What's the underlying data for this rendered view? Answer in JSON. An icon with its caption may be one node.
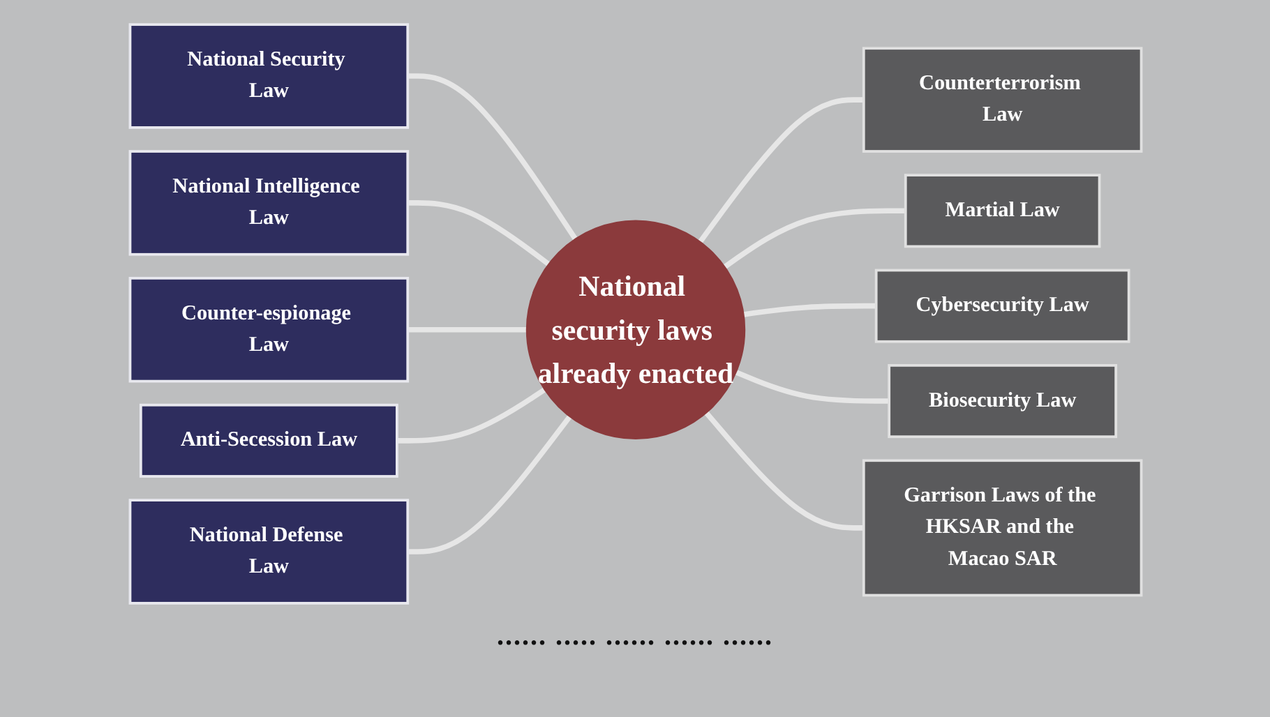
{
  "diagram": {
    "nodes": [
      {
        "text": [
          "National Security Law"
        ]
      },
      {
        "text": [
          "National Intelligence Law"
        ]
      },
      {
        "text": [
          "Counter-espionage Law"
        ]
      },
      {
        "text": [
          "Anti-Secession Law"
        ]
      },
      {
        "text": [
          "National Defense Law"
        ]
      },
      {
        "text": [
          "National security laws already enacted"
        ]
      },
      {
        "text": [
          "Counterterrorism Law"
        ]
      },
      {
        "text": [
          "Martial Law"
        ]
      },
      {
        "text": [
          "Cybersecurity Law"
        ]
      },
      {
        "text": [
          "Biosecurity Law"
        ]
      },
      {
        "text": [
          "Garrison Laws of the HKSAR and the Macao SAR"
        ]
      }
    ],
    "edges": [
      {
        "from": 0,
        "to": 5,
        "arrow": "none"
      },
      {
        "from": 1,
        "to": 5,
        "arrow": "none"
      },
      {
        "from": 2,
        "to": 5,
        "arrow": "none"
      },
      {
        "from": 3,
        "to": 5,
        "arrow": "none"
      },
      {
        "from": 4,
        "to": 5,
        "arrow": "none"
      },
      {
        "from": 5,
        "to": 6,
        "arrow": "none"
      },
      {
        "from": 5,
        "to": 7,
        "arrow": "none"
      },
      {
        "from": 5,
        "to": 8,
        "arrow": "none"
      },
      {
        "from": 5,
        "to": 9,
        "arrow": "none"
      },
      {
        "from": 5,
        "to": 10,
        "arrow": "none"
      }
    ],
    "labels": [
      "...... ..... ...... ...... ......"
    ]
  }
}
